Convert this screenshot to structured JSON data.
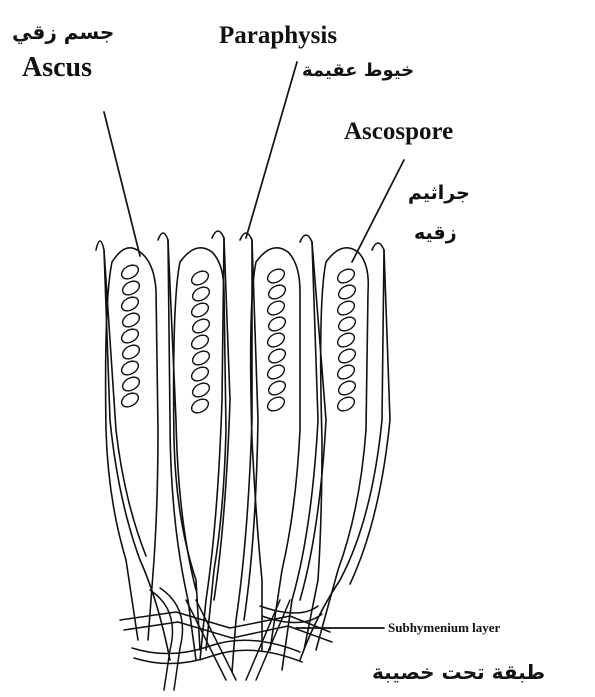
{
  "labels": {
    "ascus_ar": "جسم زقي",
    "ascus_en": "Ascus",
    "paraphysis_en": "Paraphysis",
    "paraphysis_ar": "خيوط عقيمة",
    "ascospore_en": "Ascospore",
    "ascospore_ar_line1": "جراثيم",
    "ascospore_ar_line2": "زقيه",
    "subhymenium_en": "Subhymenium layer",
    "subhymenium_ar": "طبقة تحت خصيبة"
  },
  "colors": {
    "ink": "#111111",
    "background": "#ffffff"
  }
}
